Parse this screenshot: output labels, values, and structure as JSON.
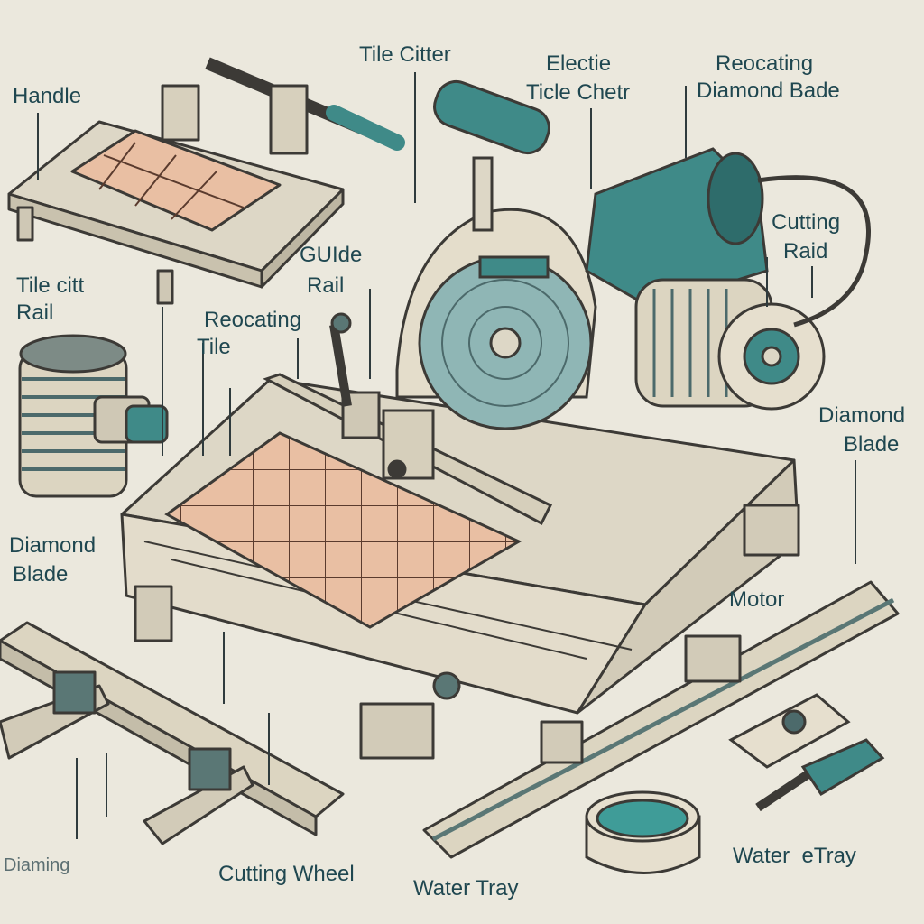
{
  "labels": {
    "handle": "Handle",
    "tile_citter_top": "Tile Citter",
    "electic_1": "Electie",
    "electic_2": "Ticle Chetr",
    "reocating_1": "Reocating",
    "reocating_2": "Diamond Bade",
    "tile_citt_rail_1": "Tile citt",
    "tile_citt_rail_2": "Rail",
    "guide_rail_1": "GUIde",
    "guide_rail_2": "Rail",
    "reocating_tile_1": "Reocating",
    "reocating_tile_2": "Tile",
    "cutting_raid_1": "Cutting",
    "cutting_raid_2": "Raid",
    "diamond_blade_right_1": "Diamond",
    "diamond_blade_right_2": "Blade",
    "diamond_blade_left_1": "Diamond",
    "diamond_blade_left_2": "Blade",
    "motor": "Motor",
    "diaming": "Diaming",
    "cutting_wheel": "Cutting Wheel",
    "water_tray_center": "Water Tray",
    "water_tray_right": "Water  eTray"
  },
  "colors": {
    "background": "#ebe8dd",
    "ink": "#1f4750",
    "machine_body": "#e3dccb",
    "tile": "#e9bfa3",
    "teal": "#3f8a88"
  }
}
